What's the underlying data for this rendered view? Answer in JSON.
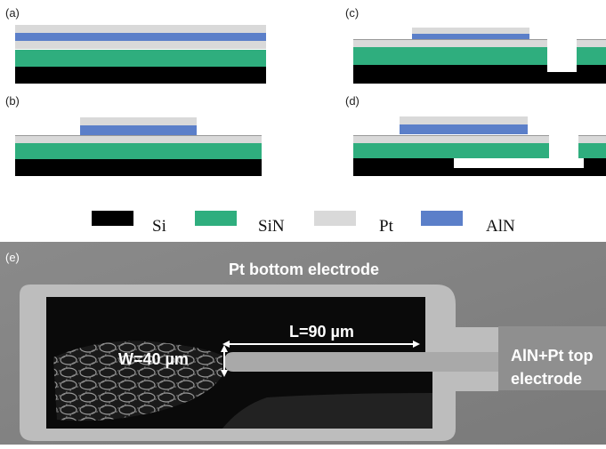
{
  "panels": {
    "a": "(a)",
    "b": "(b)",
    "c": "(c)",
    "d": "(d)",
    "e": "(e)"
  },
  "materials": {
    "si": {
      "label": "Si",
      "color": "#000000"
    },
    "sin": {
      "label": "SiN",
      "color": "#2fae7e"
    },
    "pt": {
      "label": "Pt",
      "color": "#d9d9d9"
    },
    "aln": {
      "label": "AlN",
      "color": "#5b7fc9"
    }
  },
  "sem": {
    "bottom_electrode": "Pt bottom electrode",
    "length": "L=90 µm",
    "width": "W=40 µm",
    "top_electrode_line1": "AlN+Pt top",
    "top_electrode_line2": "electrode"
  }
}
